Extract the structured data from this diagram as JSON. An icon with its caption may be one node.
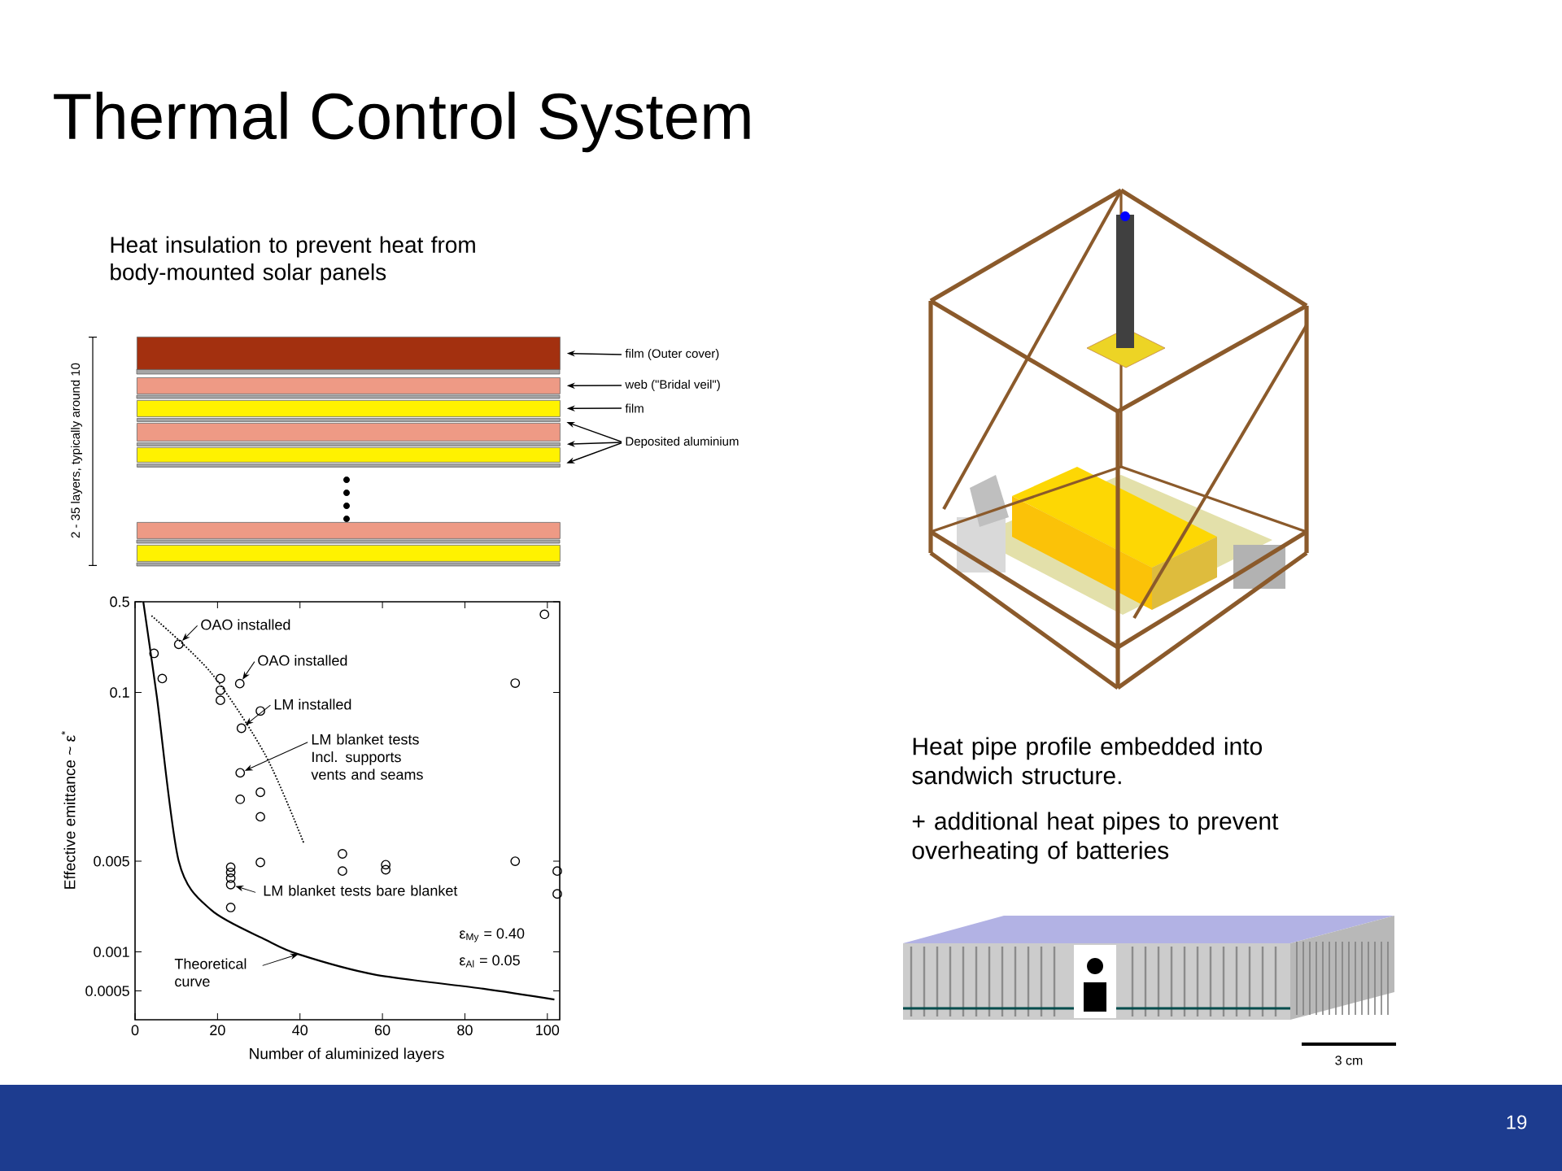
{
  "diagram": {
    "title": "Thermal Control System",
    "nodes": [
      {
        "text": [],
        "shape": "bar"
      },
      {
        "text": [],
        "shape": "bar"
      },
      {
        "text": [],
        "shape": "bar"
      },
      {
        "text": [],
        "shape": "bar"
      },
      {
        "text": [],
        "shape": "bar"
      },
      {
        "text": [],
        "shape": "bar"
      },
      {
        "text": [],
        "shape": "bar"
      },
      {
        "text": [],
        "shape": "bar"
      },
      {
        "text": [],
        "shape": "bar"
      },
      {
        "text": [],
        "shape": "bar"
      },
      {
        "text": [
          "film (Outer cover)"
        ]
      },
      {
        "text": [
          "web (\"Bridal veil\")"
        ]
      },
      {
        "text": [
          "film"
        ]
      },
      {
        "text": [
          "Deposited aluminium"
        ]
      },
      {
        "text": [
          "OAO installed"
        ]
      },
      {
        "text": [
          "OAO installed"
        ]
      },
      {
        "text": [
          "LM installed"
        ]
      },
      {
        "text": [
          "LM blanket tests Incl. supports vents and seams"
        ]
      },
      {
        "text": [
          "LM blanket tests bare blanket"
        ]
      },
      {
        "text": [
          "Theoretical curve"
        ]
      }
    ],
    "edges": [
      {
        "from": 10,
        "to": 0,
        "arrow": "to"
      },
      {
        "from": 11,
        "to": 1,
        "arrow": "to"
      },
      {
        "from": 12,
        "to": 2,
        "arrow": "to"
      },
      {
        "from": 13,
        "to": 3,
        "arrow": "to"
      },
      {
        "from": 13,
        "to": 5,
        "arrow": "to"
      },
      {
        "from": 13,
        "to": 7,
        "arrow": "to"
      },
      {
        "from": 14,
        "to": null,
        "arrow": "to"
      },
      {
        "from": 15,
        "to": null,
        "arrow": "to"
      },
      {
        "from": 16,
        "to": null,
        "arrow": "to"
      },
      {
        "from": 17,
        "to": null,
        "arrow": "to"
      },
      {
        "from": 18,
        "to": null,
        "arrow": "to"
      },
      {
        "from": 19,
        "to": null,
        "arrow": "to"
      }
    ],
    "labels": [
      "Heat insulation to prevent heat from body-mounted solar panels",
      "2 - 35 layers, typically around 10",
      "0.5",
      "0.1",
      "0.005",
      "0.001",
      "0.0005",
      "Effective emittance ~ ε$^{*}$",
      "ε$_{My}$ = 0.40",
      "ε$_{Al}$ = 0.05",
      "0",
      "20",
      "40",
      "60",
      "80",
      "100",
      "Number of aluminized layers",
      "Heat pipe profile embedded into sandwich structure.",
      "+ additional heat pipes to prevent overheating of batteries",
      "3 cm",
      "19"
    ]
  }
}
